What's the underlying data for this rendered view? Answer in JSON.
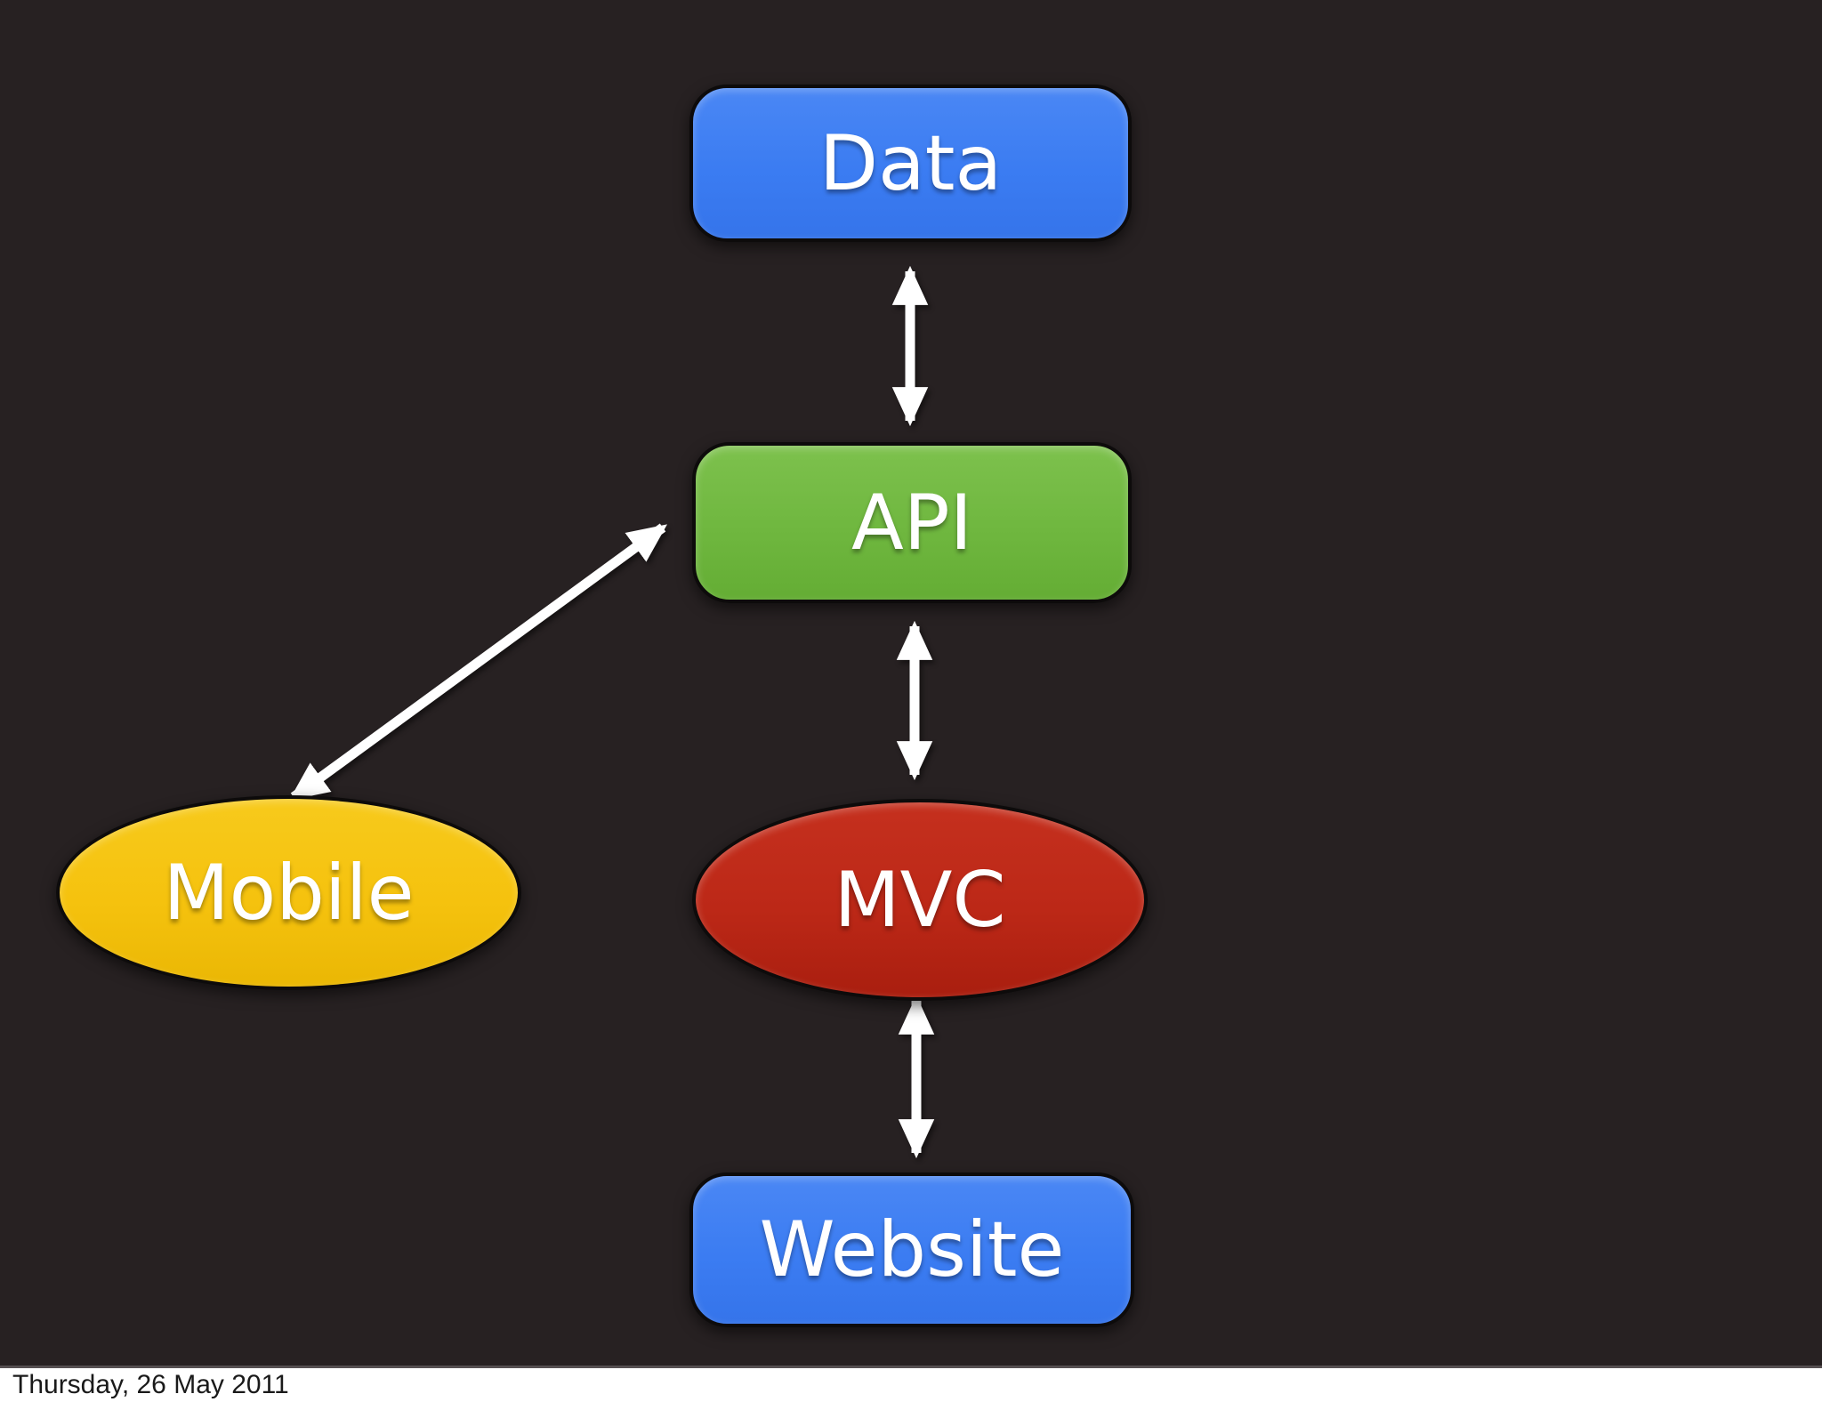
{
  "slide": {
    "background_color": "#272122",
    "footer": {
      "date": "Thursday, 26 May 2011"
    }
  },
  "diagram": {
    "type": "architecture-flow",
    "text_color": "#ffffff",
    "edge_color": "#ffffff",
    "outline_color": "#0d0b0b",
    "nodes": [
      {
        "id": "data",
        "label": "Data",
        "shape": "rounded-rect",
        "color": "#3b7cf2"
      },
      {
        "id": "api",
        "label": "API",
        "shape": "rounded-rect",
        "color": "#6fb73f"
      },
      {
        "id": "mvc",
        "label": "MVC",
        "shape": "ellipse",
        "color": "#bc2817"
      },
      {
        "id": "website",
        "label": "Website",
        "shape": "rounded-rect",
        "color": "#3b7cf2"
      },
      {
        "id": "mobile",
        "label": "Mobile",
        "shape": "ellipse",
        "color": "#f5c20e"
      }
    ],
    "edges": [
      {
        "from": "data",
        "to": "api",
        "style": "double-headed-arrow"
      },
      {
        "from": "api",
        "to": "mvc",
        "style": "double-headed-arrow"
      },
      {
        "from": "mvc",
        "to": "website",
        "style": "double-headed-arrow"
      },
      {
        "from": "mobile",
        "to": "api",
        "style": "double-headed-arrow"
      }
    ]
  }
}
